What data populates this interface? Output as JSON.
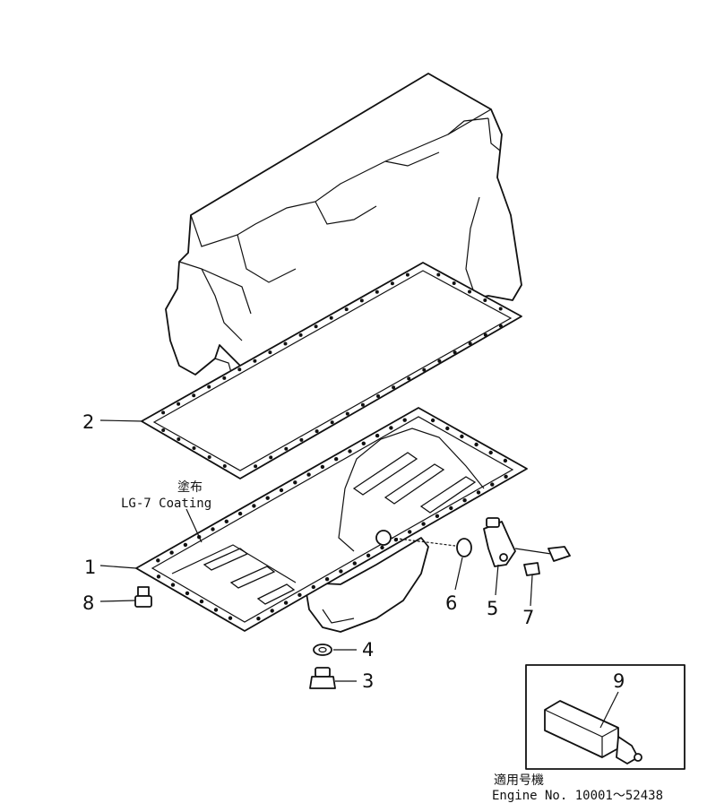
{
  "callouts": [
    {
      "id": "1",
      "label": "1"
    },
    {
      "id": "2",
      "label": "2"
    },
    {
      "id": "3",
      "label": "3"
    },
    {
      "id": "4",
      "label": "4"
    },
    {
      "id": "5",
      "label": "5"
    },
    {
      "id": "6",
      "label": "6"
    },
    {
      "id": "7",
      "label": "7"
    },
    {
      "id": "8",
      "label": "8"
    },
    {
      "id": "9",
      "label": "9"
    }
  ],
  "coating_note": {
    "jp": "塗布",
    "en": "LG-7 Coating"
  },
  "serial_note": {
    "jp": "適用号機",
    "en": "Engine No. 10001～52438"
  }
}
